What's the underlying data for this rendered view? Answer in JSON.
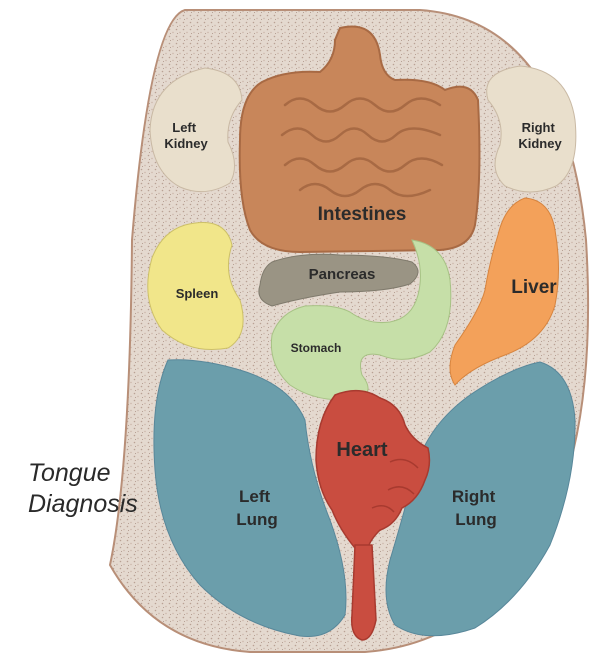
{
  "caption": {
    "line1": "Tongue",
    "line2": "Diagnosis"
  },
  "organs": {
    "left_kidney": {
      "line1": "Left",
      "line2": "Kidney"
    },
    "right_kidney": {
      "line1": "Right",
      "line2": "Kidney"
    },
    "intestines": "Intestines",
    "spleen": "Spleen",
    "pancreas": "Pancreas",
    "liver": "Liver",
    "stomach": "Stomach",
    "heart": "Heart",
    "left_lung": {
      "line1": "Left",
      "line2": "Lung"
    },
    "right_lung": {
      "line1": "Right",
      "line2": "Lung"
    }
  },
  "colors": {
    "tongue": "#e2d6cc",
    "tongue_outline": "#b88f78",
    "kidney": "#e9dfcc",
    "intestines": "#c8865a",
    "spleen": "#f1e68a",
    "pancreas": "#9a9484",
    "liver": "#f3a15a",
    "stomach": "#c6dfa8",
    "heart": "#c94d40",
    "lung": "#6b9eab"
  }
}
